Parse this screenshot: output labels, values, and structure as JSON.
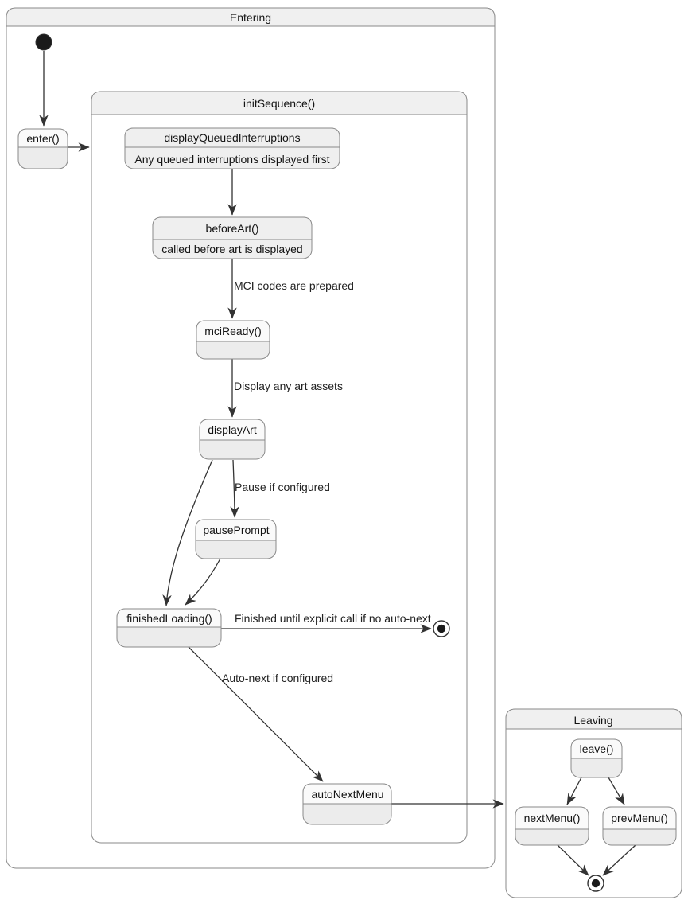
{
  "diagram": {
    "kind": "state-diagram",
    "containers": {
      "entering": {
        "title": "Entering"
      },
      "init_sequence": {
        "title": "initSequence()"
      },
      "leaving": {
        "title": "Leaving"
      }
    },
    "states": {
      "enter": {
        "title": "enter()"
      },
      "display_queued_interruptions": {
        "title": "displayQueuedInterruptions",
        "description": "Any queued interruptions displayed first"
      },
      "before_art": {
        "title": "beforeArt()",
        "description": "called before art is displayed"
      },
      "mci_ready": {
        "title": "mciReady()"
      },
      "display_art": {
        "title": "displayArt"
      },
      "pause_prompt": {
        "title": "pausePrompt"
      },
      "finished_loading": {
        "title": "finishedLoading()"
      },
      "auto_next_menu": {
        "title": "autoNextMenu"
      },
      "leave": {
        "title": "leave()"
      },
      "next_menu": {
        "title": "nextMenu()"
      },
      "prev_menu": {
        "title": "prevMenu()"
      }
    },
    "edge_labels": {
      "mci_codes_prepared": "MCI codes are prepared",
      "display_any_art_assets": "Display any art assets",
      "pause_if_configured": "Pause if configured",
      "finished_until_explicit": "Finished until explicit call if no auto-next",
      "auto_next_if_configured": "Auto-next if configured"
    },
    "colors": {
      "container_header_fill": "#f0f0f0",
      "state_title_fill": "#fafafa",
      "state_body_fill": "#ececec",
      "desc_state_fill": "#efefef",
      "border": "#8a8a8a",
      "edge": "#333333",
      "text": "#131313",
      "background": "#ffffff"
    }
  }
}
